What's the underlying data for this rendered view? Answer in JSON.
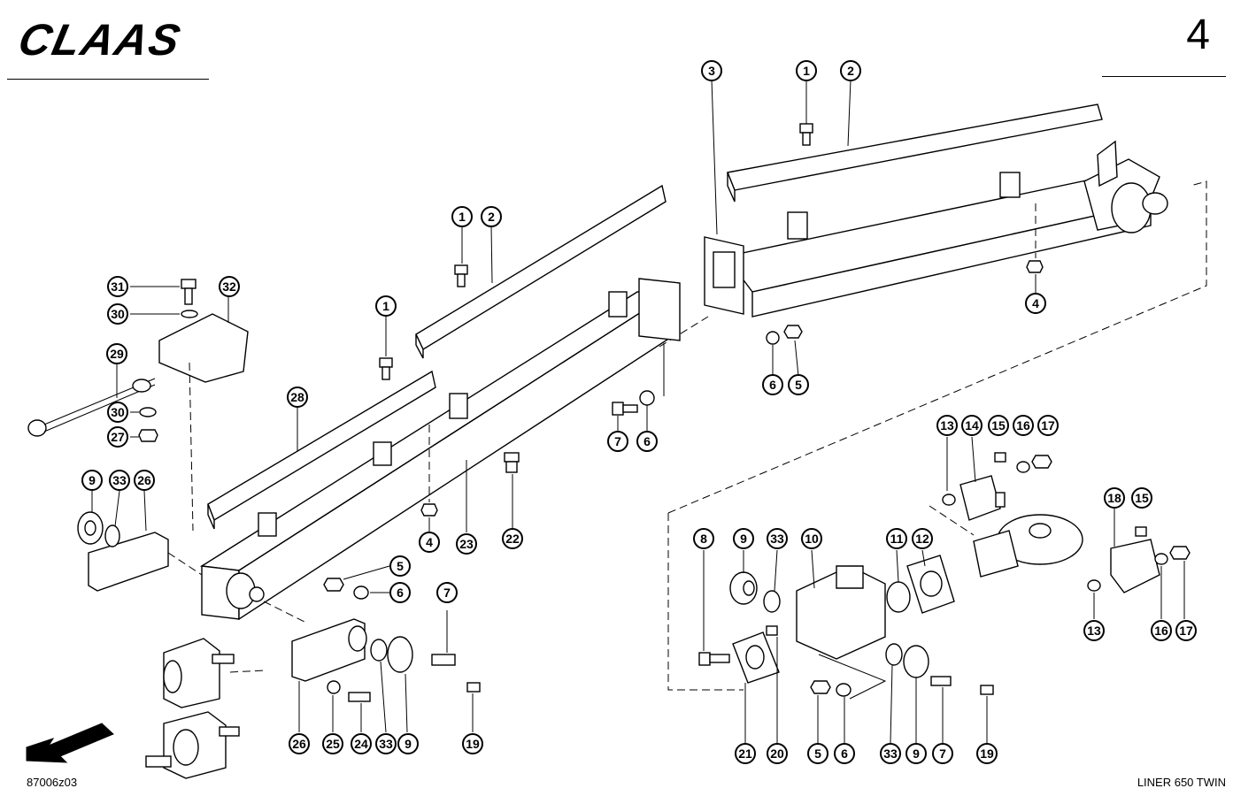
{
  "header": {
    "logo": "CLAAS",
    "page_number": "4"
  },
  "footer": {
    "drawing_code": "87006z03",
    "model": "LINER 650 TWIN"
  },
  "callouts": [
    {
      "label": "3"
    },
    {
      "label": "1"
    },
    {
      "label": "2"
    },
    {
      "label": "4"
    },
    {
      "label": "6"
    },
    {
      "label": "5"
    },
    {
      "label": "1"
    },
    {
      "label": "2"
    },
    {
      "label": "31"
    },
    {
      "label": "32"
    },
    {
      "label": "30"
    },
    {
      "label": "29"
    },
    {
      "label": "30"
    },
    {
      "label": "27"
    },
    {
      "label": "1"
    },
    {
      "label": "28"
    },
    {
      "label": "7"
    },
    {
      "label": "6"
    },
    {
      "label": "9"
    },
    {
      "label": "33"
    },
    {
      "label": "26"
    },
    {
      "label": "4"
    },
    {
      "label": "23"
    },
    {
      "label": "22"
    },
    {
      "label": "5"
    },
    {
      "label": "6"
    },
    {
      "label": "7"
    },
    {
      "label": "26"
    },
    {
      "label": "25"
    },
    {
      "label": "24"
    },
    {
      "label": "33"
    },
    {
      "label": "9"
    },
    {
      "label": "19"
    },
    {
      "label": "13"
    },
    {
      "label": "14"
    },
    {
      "label": "15"
    },
    {
      "label": "16"
    },
    {
      "label": "17"
    },
    {
      "label": "8"
    },
    {
      "label": "9"
    },
    {
      "label": "33"
    },
    {
      "label": "10"
    },
    {
      "label": "11"
    },
    {
      "label": "12"
    },
    {
      "label": "18"
    },
    {
      "label": "15"
    },
    {
      "label": "13"
    },
    {
      "label": "16"
    },
    {
      "label": "17"
    },
    {
      "label": "21"
    },
    {
      "label": "20"
    },
    {
      "label": "5"
    },
    {
      "label": "6"
    },
    {
      "label": "33"
    },
    {
      "label": "9"
    },
    {
      "label": "7"
    },
    {
      "label": "19"
    }
  ]
}
